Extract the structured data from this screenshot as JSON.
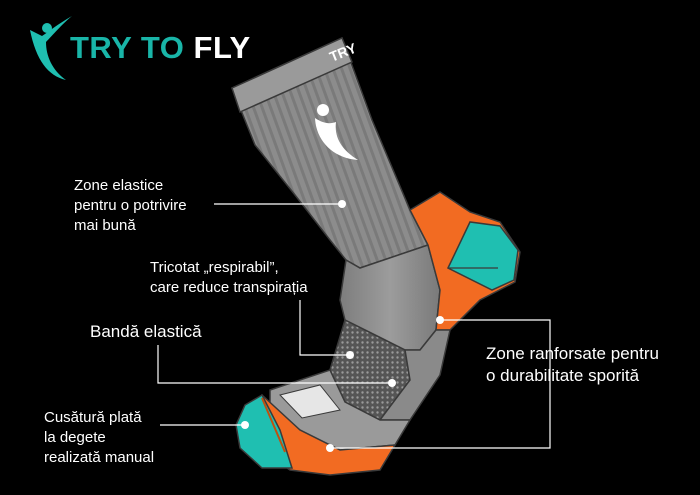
{
  "brand": {
    "logo_word_1": "TRY TO",
    "logo_word_2": "FLY",
    "cuff_text": "TRY",
    "teal": "#1fbfb1",
    "orange": "#f26b22"
  },
  "callouts": {
    "elastic_zones": [
      "Zone elastice",
      "pentru o potrivire",
      "mai bună"
    ],
    "breathable_knit": [
      "Tricotat „respirabil”,",
      "care reduce transpirația"
    ],
    "elastic_band": [
      "Bandă elastică"
    ],
    "reinforced_zones": [
      "Zone ranforsate pentru",
      "o durabilitate sporită"
    ],
    "flat_seam": [
      "Cusătură plată",
      "la degete",
      "realizată manual"
    ]
  },
  "icons": {
    "logo": "flying-figure-icon",
    "sock_emblem": "flying-figure-icon"
  }
}
